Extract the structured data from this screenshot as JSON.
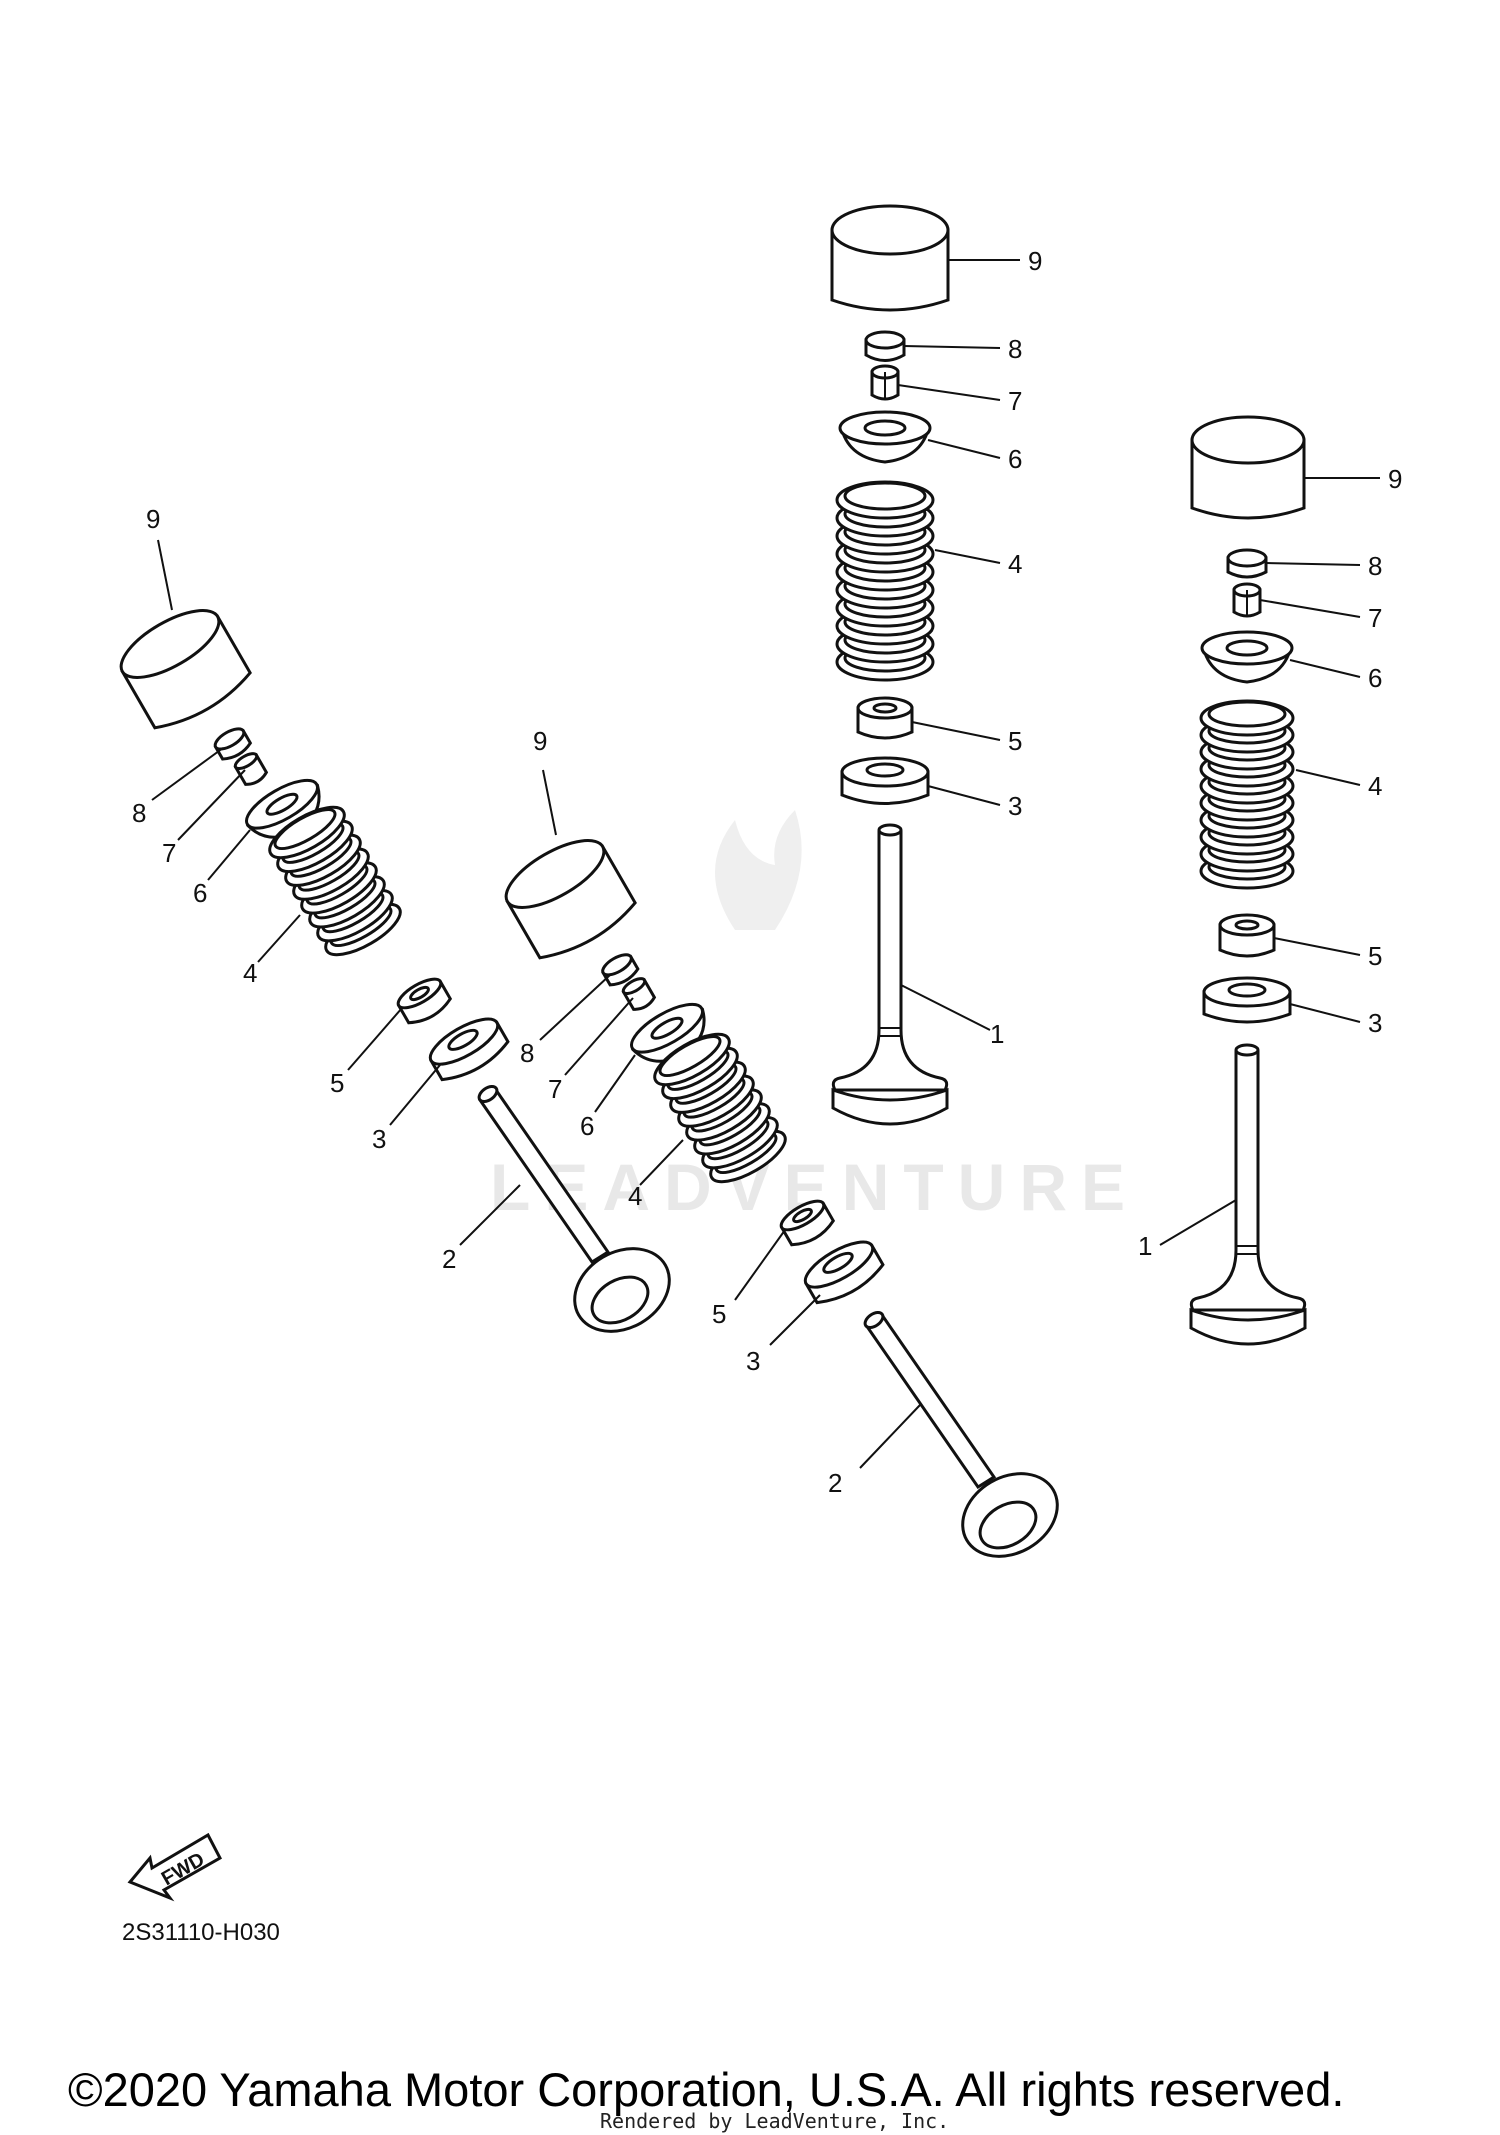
{
  "diagram": {
    "callouts": [
      "1",
      "2",
      "3",
      "4",
      "5",
      "6",
      "7",
      "8",
      "9"
    ],
    "watermark": "LEADVENTURE",
    "fwd_label": "FWD",
    "drawing_code": "2S31110-H030",
    "copyright": "©2020 Yamaha Motor Corporation, U.S.A. All rights reserved.",
    "rendered_by": "Rendered by LeadVenture, Inc."
  }
}
